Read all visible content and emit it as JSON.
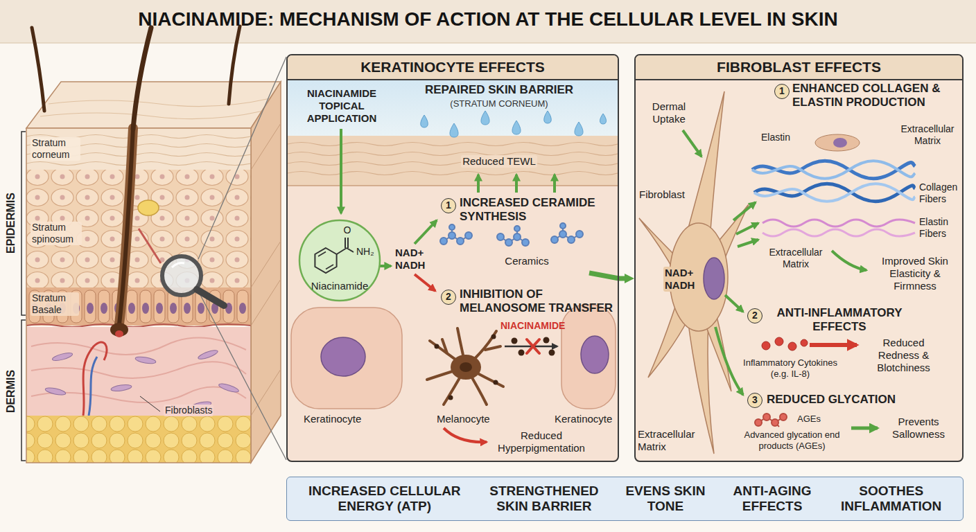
{
  "diagram": {
    "title": "NIACINAMIDE: MECHANISM OF ACTION AT THE CELLULAR LEVEL IN SKIN",
    "nodes": [
      {
        "text": [
          "KERATINOCYTE EFFECTS"
        ]
      },
      {
        "text": [
          "Niacinamide"
        ],
        "in": 0
      },
      {
        "text": [
          "FIBROBLAST EFFECTS"
        ]
      },
      {
        "text": [
          "INCREASED CELLULAR ENERGY (ATP)",
          "STRENGTHENED SKIN BARRIER",
          "EVENS SKIN TONE",
          "ANTI-AGING EFFECTS",
          "SOOTHES INFLAMMATION"
        ]
      }
    ],
    "edges": [
      {
        "from": 0,
        "to": 2,
        "arrow": "to"
      }
    ],
    "labels": [
      "Stratum corneum",
      "Stratum spinosum",
      "Stratum Basale",
      "EPIDERMIS",
      "DERMIS",
      "Fibroblasts",
      "NIACINAMIDE TOPICAL APPLICATION",
      "REPAIRED SKIN BARRIER",
      "(STRATUM CORNEUM)",
      "Reduced TEWL",
      "1",
      "INCREASED CERAMIDE SYNTHESIS",
      "O",
      "NH₂",
      "NAD+ NADH",
      "Ceramics",
      "2",
      "INHIBITION OF MELANOSOME TRANSFER",
      "NIACINAMIDE",
      "Keratinocyte",
      "Melanocyte",
      "Keratinocyte",
      "Reduced Hyperpigmentation",
      "Dermal Uptake",
      "Fibroblast",
      "1",
      "ENHANCED COLLAGEN & ELASTIN PRODUCTION",
      "Elastin",
      "Extracellular Matrix",
      "Collagen Fibers",
      "Elastin Fibers",
      "NAD+ NADH",
      "Extracellular Matrix",
      "Improved Skin Elasticity & Firmness",
      "2",
      "ANTI-INFLAMMATORY EFFECTS",
      "Inflammatory Cytokines (e.g. IL-8)",
      "Reduced Redness & Blotchiness",
      "3",
      "REDUCED GLYCATION",
      "AGEs",
      "Advanced glycation end products (AGEs)",
      "Prevents Sallowness",
      "Extracellular Matrix"
    ]
  }
}
